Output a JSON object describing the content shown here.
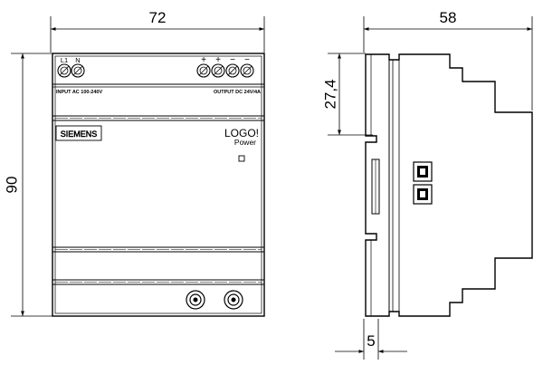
{
  "dimensions": {
    "width_front": "72",
    "width_side": "58",
    "height": "90",
    "terminal_offset": "27,4",
    "rail_offset": "5"
  },
  "front_labels": {
    "terminal_l1": "L1",
    "terminal_n": "N",
    "plus_1": "+",
    "plus_2": "+",
    "minus_1": "−",
    "minus_2": "−",
    "input_text": "INPUT AC 100-240V",
    "output_text": "OUTPUT DC 24V/4A",
    "brand": "SIEMENS",
    "product": "LOGO!",
    "product_sub": "Power"
  }
}
